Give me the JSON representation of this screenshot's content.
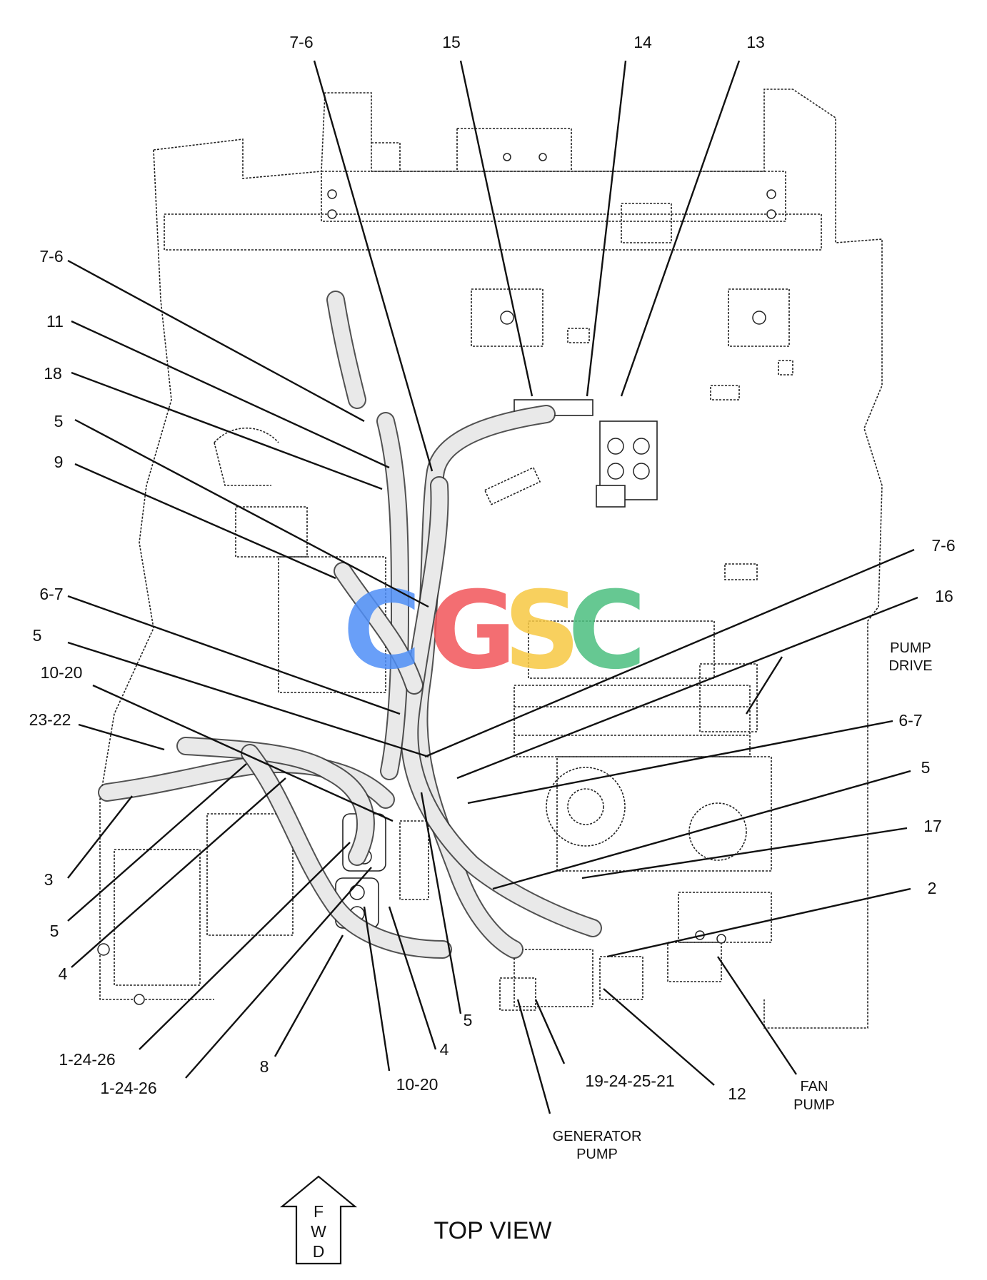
{
  "callouts": [
    {
      "label": "7-6"
    },
    {
      "label": "15"
    },
    {
      "label": "14"
    },
    {
      "label": "13"
    },
    {
      "label": "7-6"
    },
    {
      "label": "11"
    },
    {
      "label": "18"
    },
    {
      "label": "5"
    },
    {
      "label": "9"
    },
    {
      "label": "7-6"
    },
    {
      "label": "16"
    },
    {
      "label": "6-7"
    },
    {
      "label": "5"
    },
    {
      "label": "10-20"
    },
    {
      "label": "23-22"
    },
    {
      "label": "6-7"
    },
    {
      "label": "5"
    },
    {
      "label": "17"
    },
    {
      "label": "2"
    },
    {
      "label": "3"
    },
    {
      "label": "5"
    },
    {
      "label": "4"
    },
    {
      "label": "1-24-26"
    },
    {
      "label": "1-24-26"
    },
    {
      "label": "8"
    },
    {
      "label": "10-20"
    },
    {
      "label": "4"
    },
    {
      "label": "5"
    },
    {
      "label": "19-24-25-21"
    },
    {
      "label": "12"
    }
  ],
  "component_labels": {
    "pump_drive": [
      "PUMP",
      "DRIVE"
    ],
    "fan_pump": [
      "FAN",
      "PUMP"
    ],
    "generator_pump": [
      "GENERATOR",
      "PUMP"
    ]
  },
  "forward_arrow": [
    "F",
    "W",
    "D"
  ],
  "view_title": "TOP VIEW",
  "watermark": {
    "text": "CGSC",
    "colors": [
      "#4f8ff7",
      "#f2555a",
      "#f7c843",
      "#4cbf7f"
    ]
  }
}
